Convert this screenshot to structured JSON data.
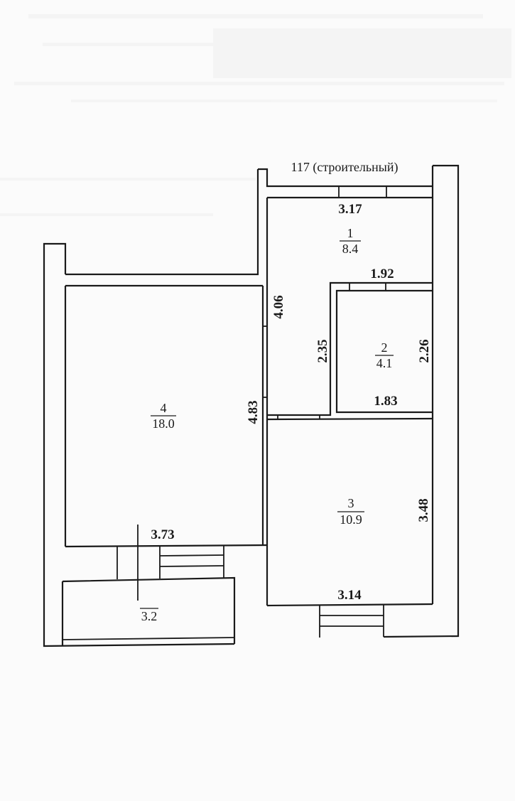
{
  "plan": {
    "title": "117 (строительный)",
    "colors": {
      "line": "#1a1a1a",
      "paper": "#fbfbfb"
    },
    "rooms": [
      {
        "number": "1",
        "area": "8.4"
      },
      {
        "number": "2",
        "area": "4.1"
      },
      {
        "number": "3",
        "area": "10.9"
      },
      {
        "number": "4",
        "area": "18.0"
      },
      {
        "number": "",
        "area": "3.2"
      }
    ],
    "dimensions": {
      "room1_width": "3.17",
      "room1_height": "4.06",
      "room2_top": "1.92",
      "room2_bottom": "1.83",
      "room2_left": "2.35",
      "room2_right": "2.26",
      "room3_height": "3.48",
      "room3_width": "3.14",
      "room4_height": "4.83",
      "room4_width": "3.73"
    }
  }
}
